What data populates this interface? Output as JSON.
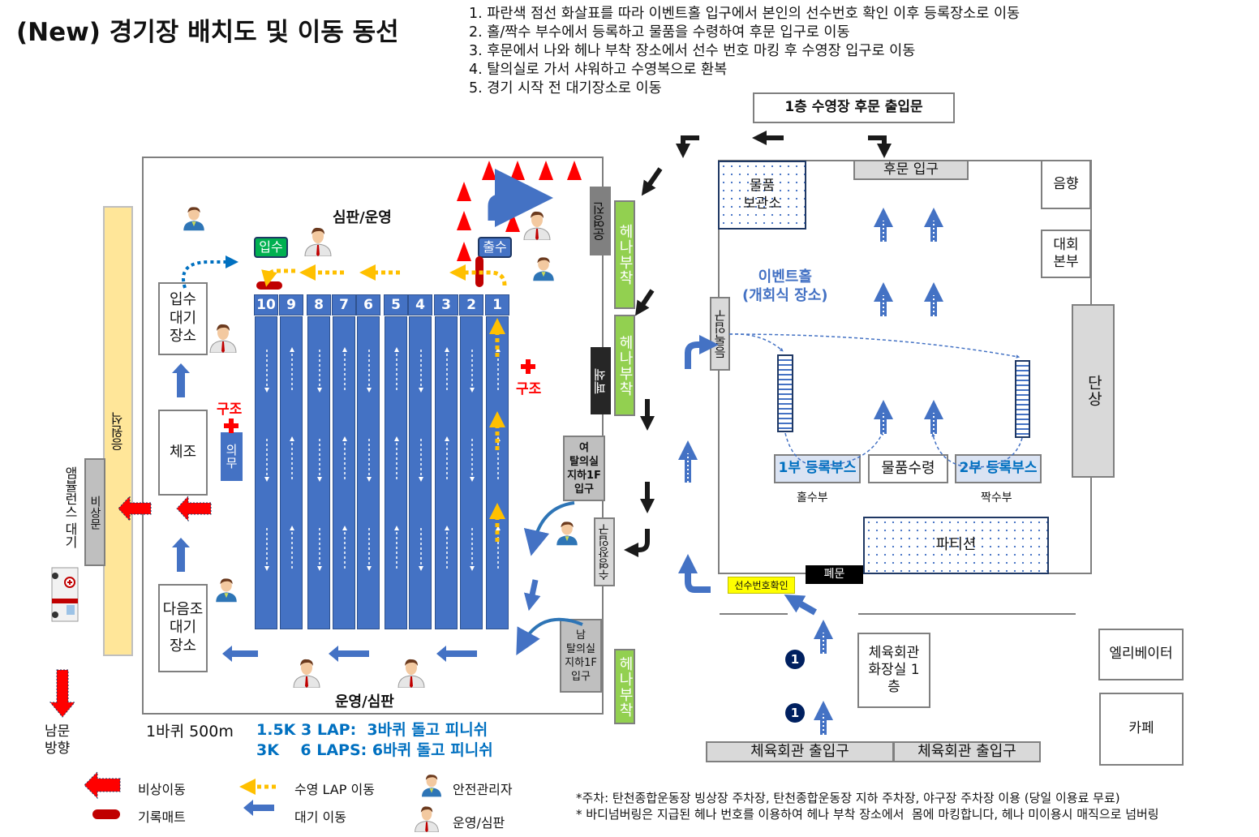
{
  "title": "(New) 경기장 배치도 및 이동 동선",
  "instructions": [
    "1. 파란색 점선 화살표를 따라 이벤트홀 입구에서 본인의 선수번호 확인 이후 등록장소로 이동",
    "2. 홀/짝수 부수에서 등록하고 물품을 수령하여 후문 입구로 이동",
    "3. 후문에서 나와 헤나 부착 장소에서 선수 번호 마킹 후 수영장 입구로 이동",
    "4. 탈의실로 가서 샤워하고 수영복으로 환복",
    "5. 경기 시작 전 대기장소로 이동"
  ],
  "pool": {
    "top_label": "심판/운영",
    "bottom_label": "운영/심판",
    "entry_badge": "입수",
    "exit_badge": "출수",
    "lanes": [
      "10",
      "9",
      "8",
      "7",
      "6",
      "5",
      "4",
      "3",
      "2",
      "1"
    ],
    "rescue_left": "구조",
    "rescue_right": "구조",
    "medical": "의무",
    "entry_wait": "입수\n대기\n장소",
    "warmup": "체조",
    "next_wait": "다음조\n대기\n장소",
    "cheering": "응원석",
    "emergency_door": "비상문",
    "ambulance": "앰뷸런스 대기",
    "south_gate": "남문\n방향"
  },
  "corridor": {
    "staff": "운영진",
    "henna_1": "헤나부착",
    "henna_2": "헤나부착",
    "henna_3": "헤나부착",
    "closed": "폐쇄",
    "women_locker": "여\n탈의실\n지하1F\n입구",
    "pool_entrance": "수영장입구",
    "men_locker": "남\n탈의실\n지하1F\n입구"
  },
  "hall": {
    "back_door_main": "1층 수영장 후문 출입문",
    "storage": "물품\n보관소",
    "back_entrance": "후문 입구",
    "sound": "음향",
    "hq": "대회\n본부",
    "stage": "단상",
    "title": "이벤트홀\n(개회식 장소)",
    "reg_entrance": "등록입구",
    "booth_1": "1부 등록부스",
    "goods": "물품수령",
    "booth_2": "2부 등록부스",
    "odd": "홀수부",
    "even": "짝수부",
    "partition": "파티션",
    "closed_door": "폐문",
    "bib_check": "선수번호확인",
    "restroom": "체육회관\n화장실 1\n층",
    "elevator": "엘리베이터",
    "cafe": "카페",
    "gym_entrance_1": "체육회관 출입구",
    "gym_entrance_2": "체육회관 출입구",
    "step_badge_1": "1",
    "step_badge_2": "1"
  },
  "laps": {
    "one_lap": "1바퀴 500m",
    "line_1": "1.5K 3 LAP:  3바퀴 돌고 피니쉬",
    "line_2": "3K    6 LAPS: 6바퀴 돌고 피니쉬"
  },
  "legend": {
    "emergency": "비상이동",
    "mat": "기록매트",
    "lap_move": "수영 LAP 이동",
    "wait_move": "대기 이동",
    "safety": "안전관리자",
    "referee": "운영/심판"
  },
  "notes": [
    "*주차: 탄천종합운동장 빙상장 주차장, 탄천종합운동장 지하 주차장, 야구장 주차장 이용 (당일 이용료 무료)",
    "* 바디넘버링은 지급된 헤나 번호를 이용하여 헤나 부착 장소에서  몸에 마킹합니다, 헤나 미이용시 매직으로 넘버링"
  ],
  "colors": {
    "lane": "#4472c4",
    "henna": "#92d050",
    "cheer": "#ffe699",
    "badge_entry": "#00b050",
    "cone": "#ff0000",
    "lap": "#ffc000",
    "label_blue": "#0070c0"
  }
}
